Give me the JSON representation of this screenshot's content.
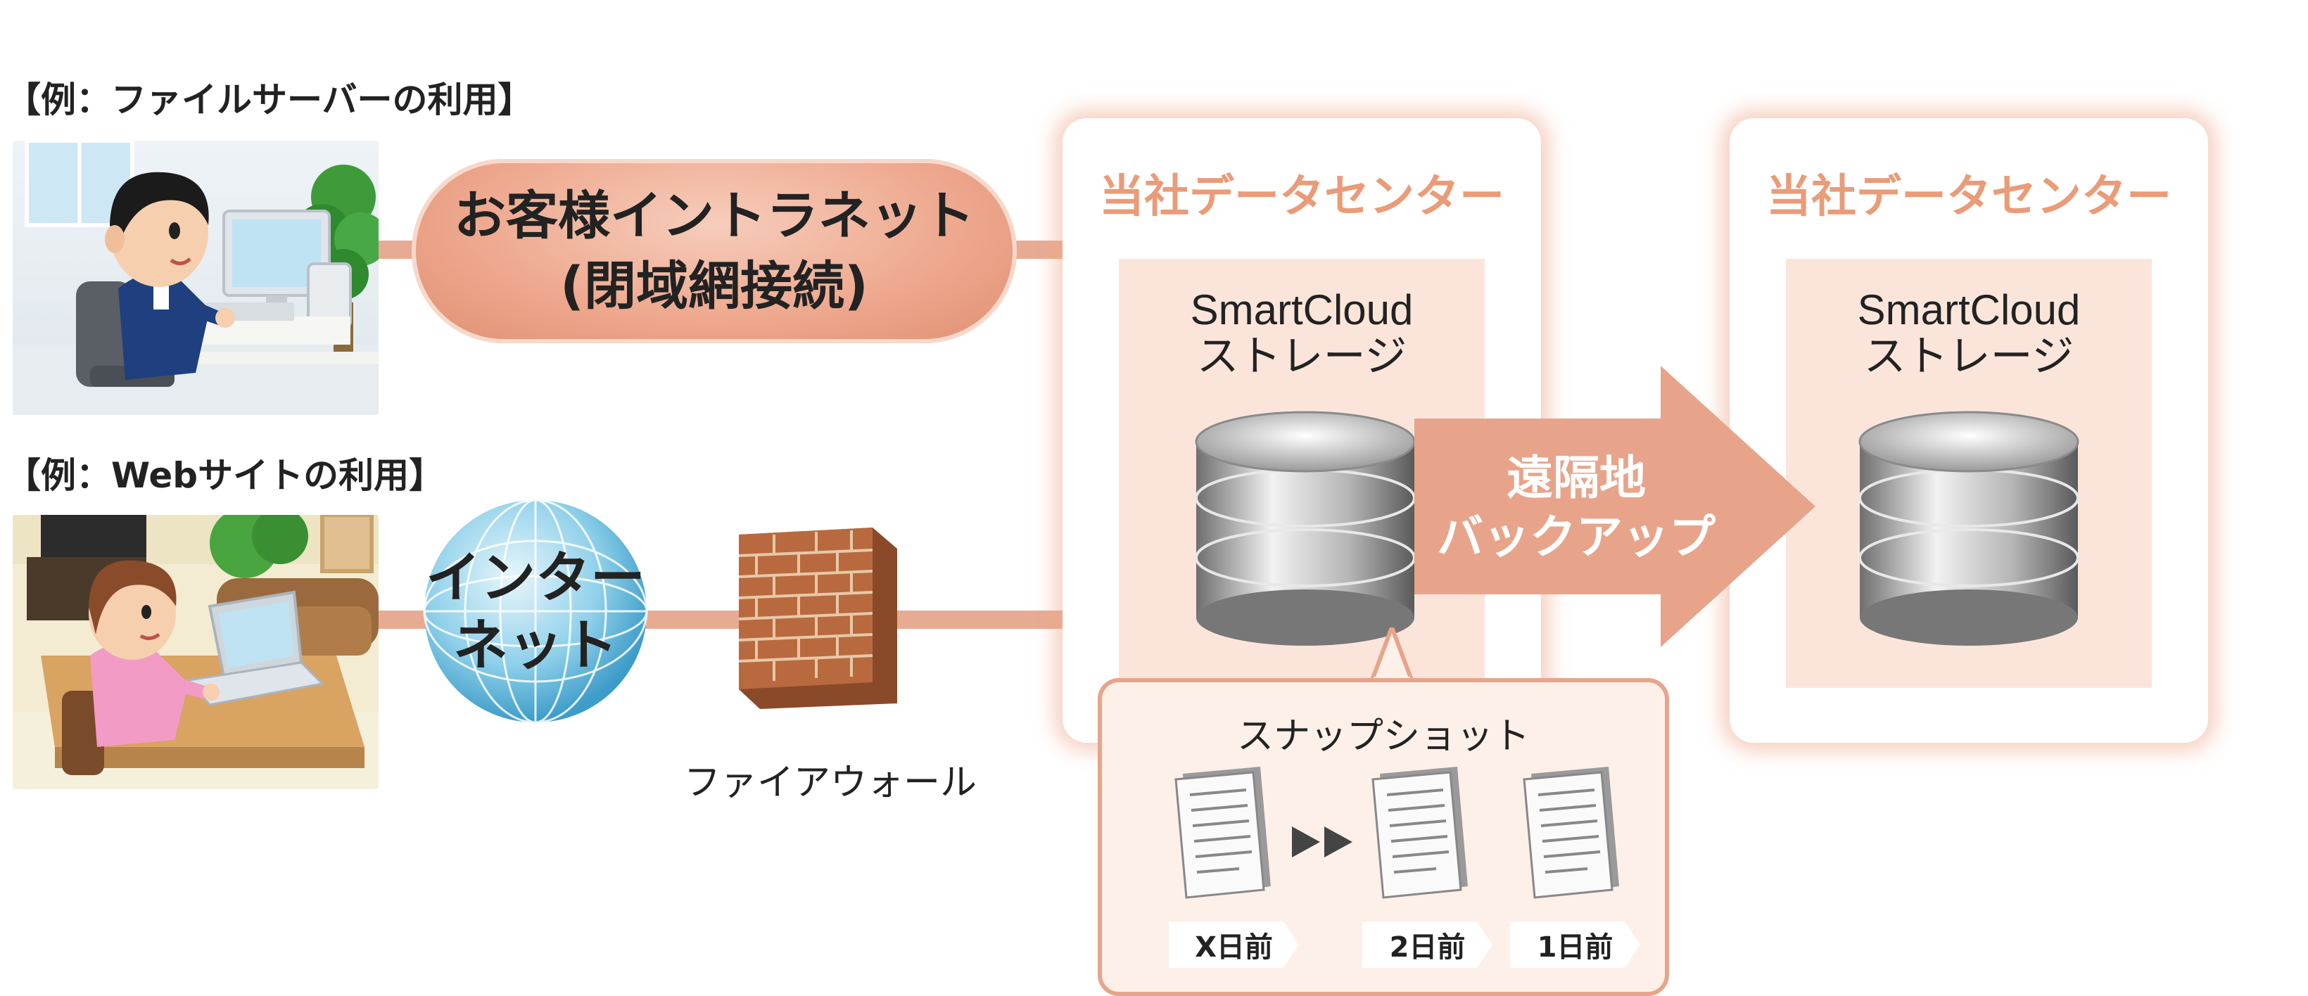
{
  "examples": {
    "file_server": "【例：ファイルサーバーの利用】",
    "website": "【例：Webサイトの利用】"
  },
  "intranet": {
    "line1": "お客様イントラネット",
    "line2": "(閉域網接続)"
  },
  "internet": {
    "line1": "インター",
    "line2": "ネット"
  },
  "firewall_label": "ファイアウォール",
  "datacenter_left": {
    "title": "当社データセンター",
    "storage_line1": "SmartCloud",
    "storage_line2": "ストレージ"
  },
  "datacenter_right": {
    "title": "当社データセンター",
    "storage_line1": "SmartCloud",
    "storage_line2": "ストレージ"
  },
  "backup_arrow": {
    "line1": "遠隔地",
    "line2": "バックアップ"
  },
  "snapshot": {
    "title": "スナップショット",
    "tags": [
      "X日前",
      "2日前",
      "1日前"
    ]
  },
  "colors": {
    "accent": "#e7ab93",
    "title_orange": "#ea9b78",
    "panel_fill": "#fbe5da"
  }
}
